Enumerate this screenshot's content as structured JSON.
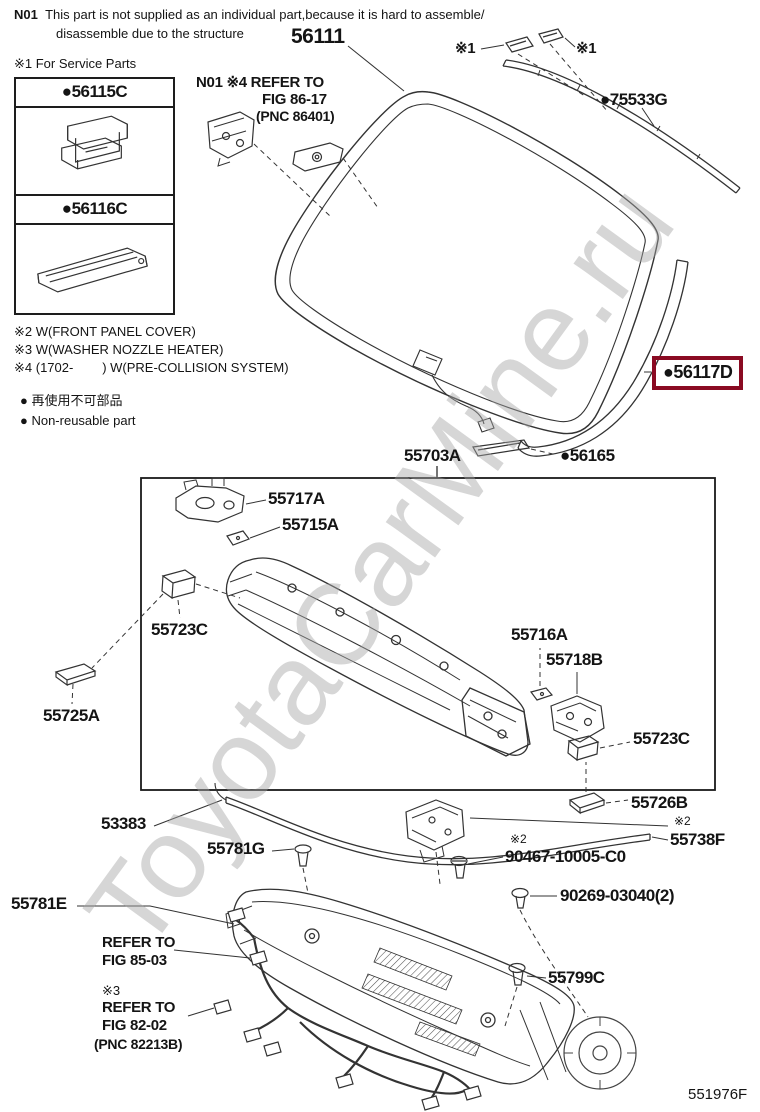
{
  "page": {
    "figure_code": "551976F",
    "watermark": "ToyotaCarMine.ru",
    "highlight_color": "#8a0a22",
    "line_color": "#333333"
  },
  "top_notes": {
    "n01_prefix": "N01  ",
    "n01_text": "This part is not supplied as an individual part,because it is hard to assemble/",
    "n01_line2": "disassemble due to the structure",
    "service_note": "※1 For Service Parts"
  },
  "service_box": {
    "part_a": "●56115C",
    "part_b": "●56116C"
  },
  "glass_group": {
    "glass": "56111",
    "refer_line1": "N01 ※4 REFER TO",
    "refer_line2": "FIG 86-17",
    "refer_line3": "(PNC 86401)",
    "star1_left": "※1",
    "star1_right": "※1",
    "molding_top": "●75533G",
    "molding_side": "●56117D",
    "spacer_clip": "●56165"
  },
  "footnotes": {
    "note2": "※2 W(FRONT PANEL COVER)",
    "note3": "※3 W(WASHER NOZZLE HEATER)",
    "note4": "※4 (1702-        ) W(PRE-COLLISION SYSTEM)",
    "nonreusable_jp": "● 再使用不可部品",
    "nonreusable_en": "● Non-reusable part"
  },
  "cowl_group": {
    "assy": "55703A",
    "bracket_55717a": "55717A",
    "clip_55715a": "55715A",
    "clip_55723c_1": "55723C",
    "pad_55725a": "55725A",
    "clip_55716a": "55716A",
    "bracket_55718b": "55718B",
    "clip_55723c_2": "55723C",
    "pad_55726b": "55726B"
  },
  "lower_group": {
    "seal_53383": "53383",
    "clip_55781g": "55781G",
    "star2_a": "※2",
    "bolt_90467": "90467-10005-C0",
    "star2_b": "※2",
    "panel_55738f": "55738F",
    "louver_55781e": "55781E",
    "screw_90269": "90269-03040(2)",
    "refer85_line1": "REFER TO",
    "refer85_line2": "FIG 85-03",
    "star3": "※3",
    "refer82_line1": "REFER TO",
    "refer82_line2": "FIG 82-02",
    "refer82_line3": "(PNC 82213B)",
    "clip_55799c": "55799C"
  }
}
